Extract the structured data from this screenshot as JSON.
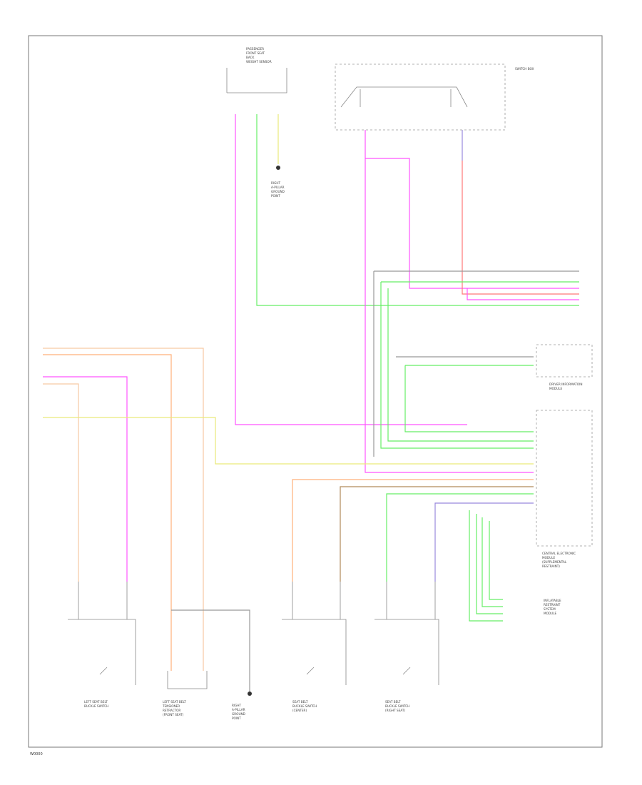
{
  "diagram_code": "W0000",
  "colors": {
    "pink": "#ff55ff",
    "green": "#66ee66",
    "yellow": "#e9e97a",
    "orange": "#ffb07a",
    "peach": "#f6c9a4",
    "brown": "#b08a5a",
    "violet": "#9988dd",
    "red": "#ff7777",
    "gray": "#999999",
    "frame": "#777777"
  },
  "components": {
    "airbag_sensor": [
      "PASSENGER",
      "FRONT SEAT",
      "BACK",
      "WEIGHT SENSOR"
    ],
    "switch_box": [
      "SWITCH BOX"
    ],
    "ground_top": [
      "RIGHT",
      "A-PILLAR",
      "GROUND",
      "POINT"
    ],
    "driver_module": [
      "DRIVER INFORMATION",
      "MODULE"
    ],
    "control_module": [
      "CENTRAL ELECTRONIC",
      "MODULE",
      "(SUPPLEMENTAL",
      "RESTRAINT)"
    ],
    "right_buckle_module": [
      "INFLATABLE",
      "RESTRAINT",
      "SYSTEM",
      "MODULE"
    ],
    "left_buckle": [
      "LEFT SEAT BELT",
      "BUCKLE SWITCH"
    ],
    "left_pretensioner": [
      "LEFT SEAT BELT",
      "TENSIONER",
      "RETRACTOR",
      "(FRONT SEAT)"
    ],
    "ground_bottom": [
      "RIGHT",
      "A-PILLAR",
      "GROUND",
      "POINT"
    ],
    "center_buckle": [
      "SEAT BELT",
      "BUCKLE SWITCH",
      "(CENTER)"
    ],
    "right_buckle": [
      "SEAT BELT",
      "BUCKLE SWITCH",
      "(RIGHT SEAT)"
    ]
  }
}
